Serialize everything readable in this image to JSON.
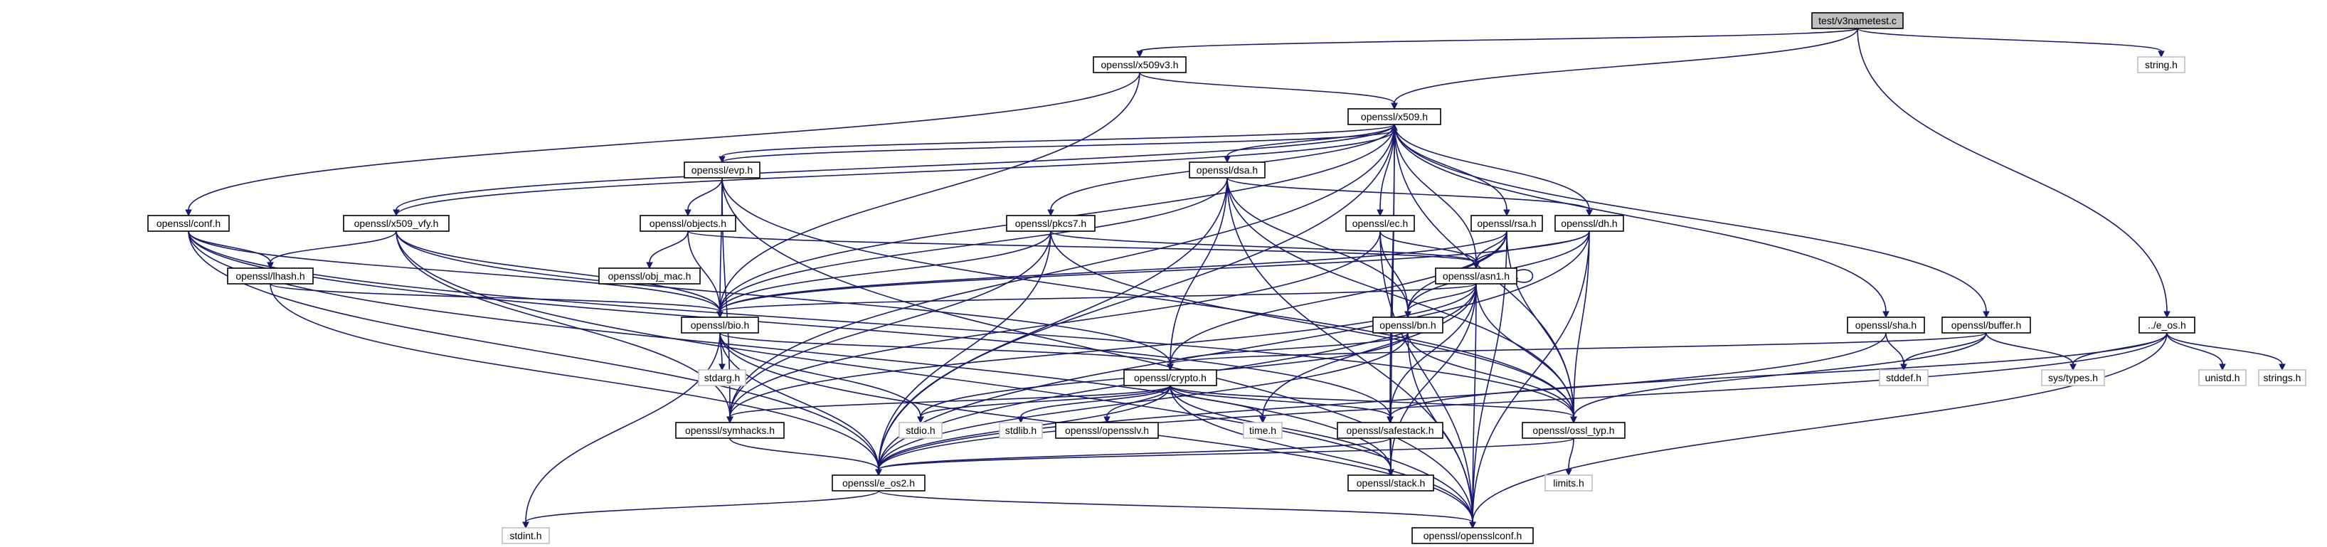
{
  "diagram": {
    "colors": {
      "edge": "#191970",
      "root_fill": "#bfbfbf",
      "node_border": "#000000",
      "system_border": "#bfbfbf",
      "background": "#ffffff"
    },
    "nodes": [
      {
        "id": "root",
        "label": "test/v3nametest.c",
        "kind": "root"
      },
      {
        "id": "x509v3",
        "label": "openssl/x509v3.h",
        "kind": "normal"
      },
      {
        "id": "string",
        "label": "string.h",
        "kind": "system"
      },
      {
        "id": "e_os",
        "label": "../e_os.h",
        "kind": "normal"
      },
      {
        "id": "x509",
        "label": "openssl/x509.h",
        "kind": "normal"
      },
      {
        "id": "conf",
        "label": "openssl/conf.h",
        "kind": "normal"
      },
      {
        "id": "evp",
        "label": "openssl/evp.h",
        "kind": "normal"
      },
      {
        "id": "dsa",
        "label": "openssl/dsa.h",
        "kind": "normal"
      },
      {
        "id": "x509_vfy",
        "label": "openssl/x509_vfy.h",
        "kind": "normal"
      },
      {
        "id": "objects",
        "label": "openssl/objects.h",
        "kind": "normal"
      },
      {
        "id": "pkcs7",
        "label": "openssl/pkcs7.h",
        "kind": "normal"
      },
      {
        "id": "ec",
        "label": "openssl/ec.h",
        "kind": "normal"
      },
      {
        "id": "rsa",
        "label": "openssl/rsa.h",
        "kind": "normal"
      },
      {
        "id": "dh",
        "label": "openssl/dh.h",
        "kind": "normal"
      },
      {
        "id": "lhash",
        "label": "openssl/lhash.h",
        "kind": "normal"
      },
      {
        "id": "obj_mac",
        "label": "openssl/obj_mac.h",
        "kind": "normal"
      },
      {
        "id": "asn1",
        "label": "openssl/asn1.h",
        "kind": "normal"
      },
      {
        "id": "sha",
        "label": "openssl/sha.h",
        "kind": "normal"
      },
      {
        "id": "buffer",
        "label": "openssl/buffer.h",
        "kind": "normal"
      },
      {
        "id": "bio",
        "label": "openssl/bio.h",
        "kind": "normal"
      },
      {
        "id": "bn",
        "label": "openssl/bn.h",
        "kind": "normal"
      },
      {
        "id": "stdarg",
        "label": "stdarg.h",
        "kind": "system"
      },
      {
        "id": "crypto",
        "label": "openssl/crypto.h",
        "kind": "normal"
      },
      {
        "id": "stddef",
        "label": "stddef.h",
        "kind": "system"
      },
      {
        "id": "systypes",
        "label": "sys/types.h",
        "kind": "system"
      },
      {
        "id": "unistd",
        "label": "unistd.h",
        "kind": "system"
      },
      {
        "id": "strings",
        "label": "strings.h",
        "kind": "system"
      },
      {
        "id": "symhacks",
        "label": "openssl/symhacks.h",
        "kind": "normal"
      },
      {
        "id": "stdio",
        "label": "stdio.h",
        "kind": "system"
      },
      {
        "id": "stdlib",
        "label": "stdlib.h",
        "kind": "system"
      },
      {
        "id": "opensslv",
        "label": "openssl/opensslv.h",
        "kind": "normal"
      },
      {
        "id": "time",
        "label": "time.h",
        "kind": "system"
      },
      {
        "id": "safestack",
        "label": "openssl/safestack.h",
        "kind": "normal"
      },
      {
        "id": "ossl_typ",
        "label": "openssl/ossl_typ.h",
        "kind": "normal"
      },
      {
        "id": "limits",
        "label": "limits.h",
        "kind": "system"
      },
      {
        "id": "e_os2",
        "label": "openssl/e_os2.h",
        "kind": "normal"
      },
      {
        "id": "stack",
        "label": "openssl/stack.h",
        "kind": "normal"
      },
      {
        "id": "stdint",
        "label": "stdint.h",
        "kind": "system"
      },
      {
        "id": "opensslconf",
        "label": "openssl/opensslconf.h",
        "kind": "normal"
      }
    ],
    "edges": [
      [
        "root",
        "x509v3"
      ],
      [
        "root",
        "x509"
      ],
      [
        "root",
        "string"
      ],
      [
        "root",
        "e_os"
      ],
      [
        "x509v3",
        "bio"
      ],
      [
        "x509v3",
        "x509"
      ],
      [
        "x509v3",
        "conf"
      ],
      [
        "x509",
        "e_os2"
      ],
      [
        "x509",
        "symhacks"
      ],
      [
        "x509",
        "buffer"
      ],
      [
        "x509",
        "evp"
      ],
      [
        "x509",
        "bio"
      ],
      [
        "x509",
        "stack"
      ],
      [
        "x509",
        "asn1"
      ],
      [
        "x509",
        "safestack"
      ],
      [
        "x509",
        "ec"
      ],
      [
        "x509",
        "dsa"
      ],
      [
        "x509",
        "dh"
      ],
      [
        "x509",
        "rsa"
      ],
      [
        "x509",
        "sha"
      ],
      [
        "x509",
        "x509_vfy"
      ],
      [
        "x509",
        "pkcs7"
      ],
      [
        "x509",
        "ossl_typ"
      ],
      [
        "conf",
        "bio"
      ],
      [
        "conf",
        "lhash"
      ],
      [
        "conf",
        "stack"
      ],
      [
        "conf",
        "safestack"
      ],
      [
        "conf",
        "e_os2"
      ],
      [
        "conf",
        "ossl_typ"
      ],
      [
        "evp",
        "opensslconf"
      ],
      [
        "evp",
        "ossl_typ"
      ],
      [
        "evp",
        "symhacks"
      ],
      [
        "evp",
        "bio"
      ],
      [
        "evp",
        "objects"
      ],
      [
        "evp",
        "x509"
      ],
      [
        "dsa",
        "e_os2"
      ],
      [
        "dsa",
        "bio"
      ],
      [
        "dsa",
        "crypto"
      ],
      [
        "dsa",
        "ossl_typ"
      ],
      [
        "dsa",
        "bn"
      ],
      [
        "dsa",
        "dh"
      ],
      [
        "dsa",
        "opensslconf"
      ],
      [
        "x509_vfy",
        "opensslconf"
      ],
      [
        "x509_vfy",
        "lhash"
      ],
      [
        "x509_vfy",
        "bio"
      ],
      [
        "x509_vfy",
        "crypto"
      ],
      [
        "x509_vfy",
        "symhacks"
      ],
      [
        "x509_vfy",
        "x509"
      ],
      [
        "objects",
        "obj_mac"
      ],
      [
        "objects",
        "bio"
      ],
      [
        "objects",
        "asn1"
      ],
      [
        "pkcs7",
        "asn1"
      ],
      [
        "pkcs7",
        "bio"
      ],
      [
        "pkcs7",
        "e_os2"
      ],
      [
        "pkcs7",
        "symhacks"
      ],
      [
        "pkcs7",
        "ossl_typ"
      ],
      [
        "ec",
        "asn1"
      ],
      [
        "ec",
        "symhacks"
      ],
      [
        "ec",
        "opensslconf"
      ],
      [
        "ec",
        "bn"
      ],
      [
        "rsa",
        "asn1"
      ],
      [
        "rsa",
        "bio"
      ],
      [
        "rsa",
        "crypto"
      ],
      [
        "rsa",
        "ossl_typ"
      ],
      [
        "rsa",
        "bn"
      ],
      [
        "rsa",
        "opensslconf"
      ],
      [
        "dh",
        "e_os2"
      ],
      [
        "dh",
        "opensslconf"
      ],
      [
        "dh",
        "bio"
      ],
      [
        "dh",
        "asn1"
      ],
      [
        "dh",
        "ossl_typ"
      ],
      [
        "dh",
        "bn"
      ],
      [
        "lhash",
        "e_os2"
      ],
      [
        "lhash",
        "bio"
      ],
      [
        "asn1",
        "time"
      ],
      [
        "asn1",
        "e_os2"
      ],
      [
        "asn1",
        "bio"
      ],
      [
        "asn1",
        "stack"
      ],
      [
        "asn1",
        "safestack"
      ],
      [
        "asn1",
        "asn1"
      ],
      [
        "asn1",
        "ossl_typ"
      ],
      [
        "asn1",
        "symhacks"
      ],
      [
        "asn1",
        "bn"
      ],
      [
        "asn1",
        "opensslconf"
      ],
      [
        "sha",
        "e_os2"
      ],
      [
        "sha",
        "stddef"
      ],
      [
        "buffer",
        "ossl_typ"
      ],
      [
        "buffer",
        "stddef"
      ],
      [
        "buffer",
        "systypes"
      ],
      [
        "buffer",
        "crypto"
      ],
      [
        "bio",
        "e_os2"
      ],
      [
        "bio",
        "stdio"
      ],
      [
        "bio",
        "stdarg"
      ],
      [
        "bio",
        "crypto"
      ],
      [
        "bio",
        "stdint"
      ],
      [
        "bio",
        "opensslconf"
      ],
      [
        "bn",
        "e_os2"
      ],
      [
        "bn",
        "stdio"
      ],
      [
        "bn",
        "ossl_typ"
      ],
      [
        "bn",
        "crypto"
      ],
      [
        "bn",
        "opensslconf"
      ],
      [
        "crypto",
        "stdlib"
      ],
      [
        "crypto",
        "e_os2"
      ],
      [
        "crypto",
        "stdio"
      ],
      [
        "crypto",
        "stack"
      ],
      [
        "crypto",
        "safestack"
      ],
      [
        "crypto",
        "opensslv"
      ],
      [
        "crypto",
        "ossl_typ"
      ],
      [
        "crypto",
        "symhacks"
      ],
      [
        "crypto",
        "opensslconf"
      ],
      [
        "crypto",
        "time"
      ],
      [
        "e_os",
        "e_os2"
      ],
      [
        "e_os",
        "opensslconf"
      ],
      [
        "e_os",
        "systypes"
      ],
      [
        "e_os",
        "unistd"
      ],
      [
        "e_os",
        "strings"
      ],
      [
        "e_os",
        "safestack"
      ],
      [
        "symhacks",
        "e_os2"
      ],
      [
        "safestack",
        "stack"
      ],
      [
        "safestack",
        "e_os2"
      ],
      [
        "ossl_typ",
        "e_os2"
      ],
      [
        "ossl_typ",
        "limits"
      ],
      [
        "e_os2",
        "opensslconf"
      ],
      [
        "e_os2",
        "stdint"
      ]
    ]
  }
}
